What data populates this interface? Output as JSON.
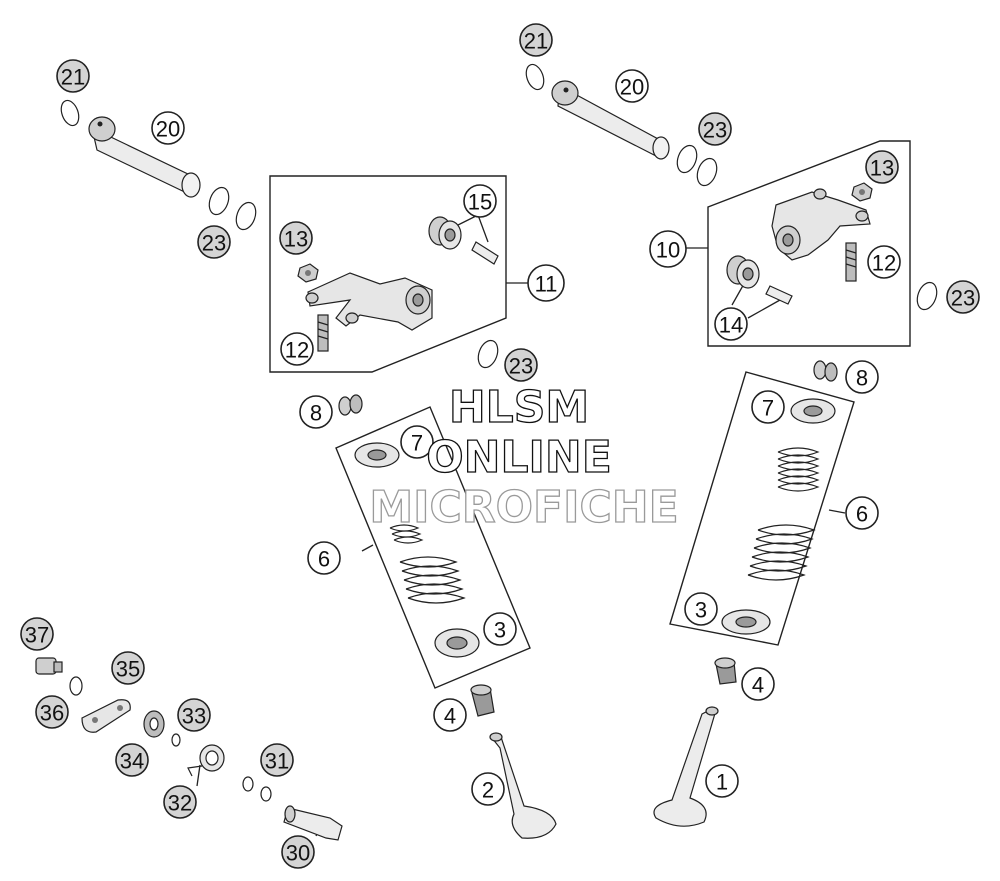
{
  "callouts": {
    "c1": "1",
    "c2": "2",
    "c3l": "3",
    "c3r": "3",
    "c4l": "4",
    "c4r": "4",
    "c6l": "6",
    "c6r": "6",
    "c7l": "7",
    "c7r": "7",
    "c8l": "8",
    "c8r": "8",
    "c10": "10",
    "c11": "11",
    "c12l": "12",
    "c12r": "12",
    "c13l": "13",
    "c13r": "13",
    "c14": "14",
    "c15": "15",
    "c20l": "20",
    "c20r": "20",
    "c21l": "21",
    "c21r": "21",
    "c23a": "23",
    "c23b": "23",
    "c23c": "23",
    "c23d": "23",
    "c30": "30",
    "c31": "31",
    "c32": "32",
    "c33": "33",
    "c34": "34",
    "c35": "35",
    "c36": "36",
    "c37": "37"
  },
  "watermark": {
    "line1": "HLSM",
    "line2": "ONLINE",
    "line3": "MICROFICHE"
  },
  "colors": {
    "callout_fill": "#ffffff",
    "callout_fill_alt": "#d4d4d4",
    "stroke": "#222222",
    "part_light": "#e6e6e6",
    "part_dark": "#9a9a9a"
  }
}
